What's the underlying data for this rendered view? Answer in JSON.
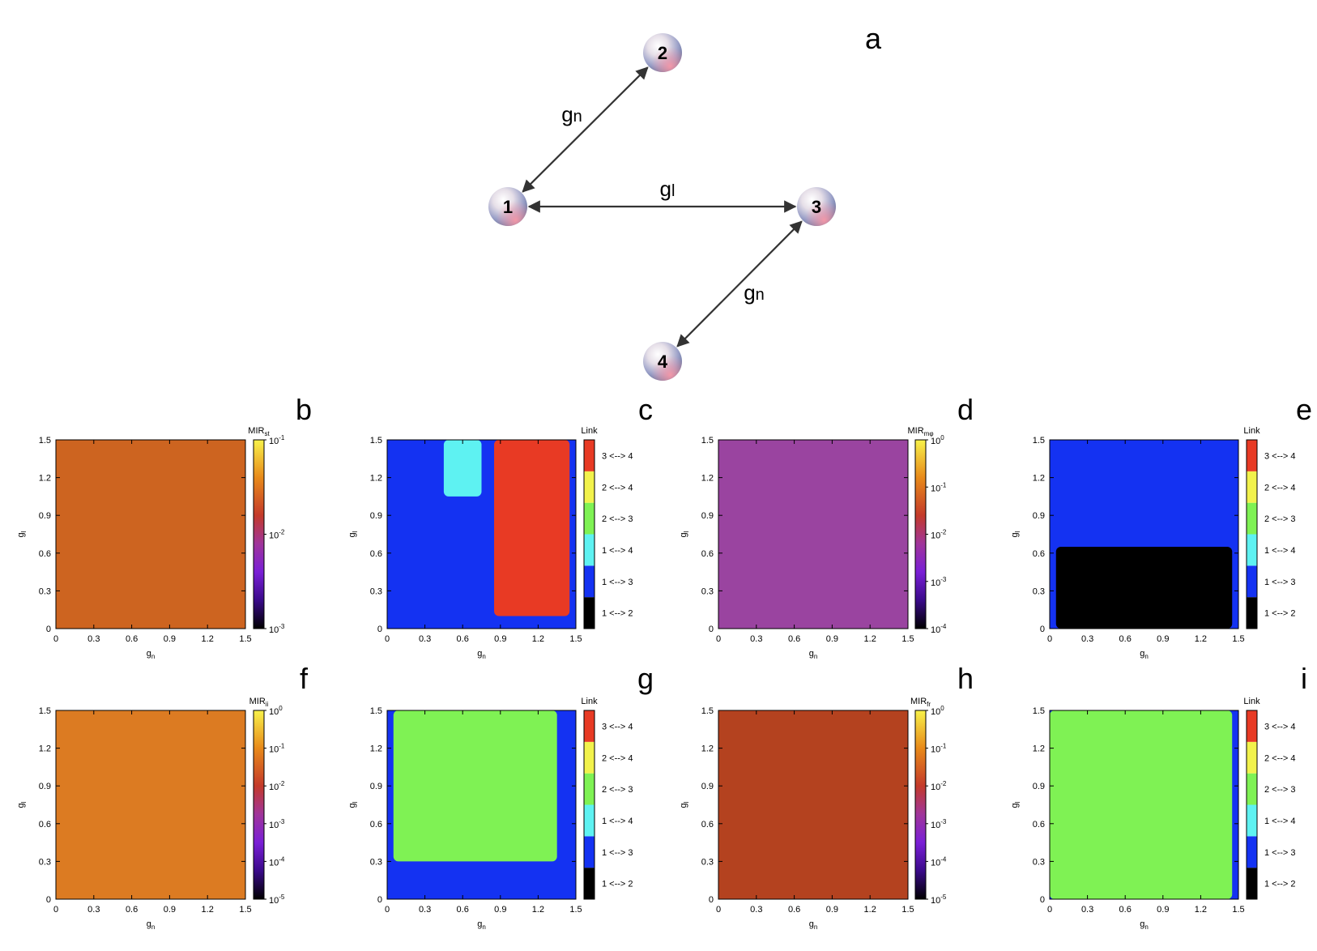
{
  "figure": {
    "letters": [
      "a",
      "b",
      "c",
      "d",
      "e",
      "f",
      "g",
      "h",
      "i"
    ],
    "network": {
      "nodes": [
        {
          "id": "1",
          "label": "1"
        },
        {
          "id": "2",
          "label": "2"
        },
        {
          "id": "3",
          "label": "3"
        },
        {
          "id": "4",
          "label": "4"
        }
      ],
      "edges": [
        {
          "from": "1",
          "to": "2",
          "label": "gn"
        },
        {
          "from": "1",
          "to": "3",
          "label": "gl"
        },
        {
          "from": "3",
          "to": "4",
          "label": "gn"
        }
      ]
    }
  },
  "axis_text": {
    "xlabel_main": "g",
    "xlabel_sub": "n",
    "ylabel_main": "g",
    "ylabel_sub": "l"
  },
  "chart_data": [
    {
      "panel": "b",
      "type": "heatmap",
      "colorbar_title_main": "MIR",
      "colorbar_title_sub": "st",
      "colormap": "gnuplot-log",
      "xlim": [
        0,
        1.5
      ],
      "ylim": [
        0,
        1.5
      ],
      "xticks": [
        "0",
        "0.3",
        "0.6",
        "0.9",
        "1.2",
        "1.5"
      ],
      "yticks": [
        "0",
        "0.3",
        "0.6",
        "0.9",
        "1.2",
        "1.5"
      ],
      "colorbar_ticks": [
        {
          "base": "10",
          "exp": "-3"
        },
        {
          "base": "10",
          "exp": "-2"
        },
        {
          "base": "10",
          "exp": "-1"
        }
      ],
      "dominant_color": "#cd6420"
    },
    {
      "panel": "c",
      "type": "heatmap",
      "colorbar_title": "Link",
      "xlim": [
        0,
        1.5
      ],
      "ylim": [
        0,
        1.5
      ],
      "xticks": [
        "0",
        "0.3",
        "0.6",
        "0.9",
        "1.2",
        "1.5"
      ],
      "yticks": [
        "0",
        "0.3",
        "0.6",
        "0.9",
        "1.2",
        "1.5"
      ],
      "categories": [
        "1 <--> 2",
        "1 <--> 3",
        "1 <--> 4",
        "2 <--> 3",
        "2 <--> 4",
        "3 <--> 4"
      ],
      "category_colors": [
        "#000000",
        "#1432f2",
        "#5ef2f2",
        "#7ff254",
        "#f2f24c",
        "#e83a24"
      ],
      "dominant_regions": [
        {
          "category": "3 <--> 4",
          "gn_range": [
            0.85,
            1.45
          ],
          "gl_range": [
            0.1,
            1.5
          ]
        },
        {
          "category": "1 <--> 3",
          "gn_range": [
            0,
            0.8
          ],
          "gl_range": [
            0.2,
            1.5
          ]
        },
        {
          "category": "1 <--> 4",
          "gn_range": [
            0.45,
            0.75
          ],
          "gl_range": [
            1.05,
            1.5
          ]
        }
      ]
    },
    {
      "panel": "d",
      "type": "heatmap",
      "colorbar_title_main": "MIR",
      "colorbar_title_sub": "mφ",
      "colormap": "gnuplot-log",
      "xlim": [
        0,
        1.5
      ],
      "ylim": [
        0,
        1.5
      ],
      "xticks": [
        "0",
        "0.3",
        "0.6",
        "0.9",
        "1.2",
        "1.5"
      ],
      "yticks": [
        "0",
        "0.3",
        "0.6",
        "0.9",
        "1.2",
        "1.5"
      ],
      "colorbar_ticks": [
        {
          "base": "10",
          "exp": "-4"
        },
        {
          "base": "10",
          "exp": "-3"
        },
        {
          "base": "10",
          "exp": "-2"
        },
        {
          "base": "10",
          "exp": "-1"
        },
        {
          "base": "10",
          "exp": "0"
        }
      ],
      "dominant_color": "#9a44a0"
    },
    {
      "panel": "e",
      "type": "heatmap",
      "colorbar_title": "Link",
      "xlim": [
        0,
        1.5
      ],
      "ylim": [
        0,
        1.5
      ],
      "xticks": [
        "0",
        "0.3",
        "0.6",
        "0.9",
        "1.2",
        "1.5"
      ],
      "yticks": [
        "0",
        "0.3",
        "0.6",
        "0.9",
        "1.2",
        "1.5"
      ],
      "categories": [
        "1 <--> 2",
        "1 <--> 3",
        "1 <--> 4",
        "2 <--> 3",
        "2 <--> 4",
        "3 <--> 4"
      ],
      "category_colors": [
        "#000000",
        "#1432f2",
        "#5ef2f2",
        "#7ff254",
        "#f2f24c",
        "#e83a24"
      ],
      "dominant_regions": [
        {
          "category": "1 <--> 3",
          "gn_range": [
            0,
            1.45
          ],
          "gl_range": [
            0.45,
            1.5
          ]
        },
        {
          "category": "1 <--> 2",
          "gn_range": [
            0.05,
            1.45
          ],
          "gl_range": [
            0,
            0.65
          ]
        }
      ]
    },
    {
      "panel": "f",
      "type": "heatmap",
      "colorbar_title_main": "MIR",
      "colorbar_title_sub": "ii",
      "colormap": "gnuplot-log",
      "xlim": [
        0,
        1.5
      ],
      "ylim": [
        0,
        1.5
      ],
      "xticks": [
        "0",
        "0.3",
        "0.6",
        "0.9",
        "1.2",
        "1.5"
      ],
      "yticks": [
        "0",
        "0.3",
        "0.6",
        "0.9",
        "1.2",
        "1.5"
      ],
      "colorbar_ticks": [
        {
          "base": "10",
          "exp": "-5"
        },
        {
          "base": "10",
          "exp": "-4"
        },
        {
          "base": "10",
          "exp": "-3"
        },
        {
          "base": "10",
          "exp": "-2"
        },
        {
          "base": "10",
          "exp": "-1"
        },
        {
          "base": "10",
          "exp": "0"
        }
      ],
      "dominant_color": "#dc7b22"
    },
    {
      "panel": "g",
      "type": "heatmap",
      "colorbar_title": "Link",
      "xlim": [
        0,
        1.5
      ],
      "ylim": [
        0,
        1.5
      ],
      "xticks": [
        "0",
        "0.3",
        "0.6",
        "0.9",
        "1.2",
        "1.5"
      ],
      "yticks": [
        "0",
        "0.3",
        "0.6",
        "0.9",
        "1.2",
        "1.5"
      ],
      "categories": [
        "1 <--> 2",
        "1 <--> 3",
        "1 <--> 4",
        "2 <--> 3",
        "2 <--> 4",
        "3 <--> 4"
      ],
      "category_colors": [
        "#000000",
        "#1432f2",
        "#5ef2f2",
        "#7ff254",
        "#f2f24c",
        "#e83a24"
      ],
      "dominant_regions": [
        {
          "category": "2 <--> 3",
          "gn_range": [
            0.05,
            1.35
          ],
          "gl_range": [
            0.3,
            1.5
          ]
        }
      ]
    },
    {
      "panel": "h",
      "type": "heatmap",
      "colorbar_title_main": "MIR",
      "colorbar_title_sub": "fr",
      "colormap": "gnuplot-log",
      "xlim": [
        0,
        1.5
      ],
      "ylim": [
        0,
        1.5
      ],
      "xticks": [
        "0",
        "0.3",
        "0.6",
        "0.9",
        "1.2",
        "1.5"
      ],
      "yticks": [
        "0",
        "0.3",
        "0.6",
        "0.9",
        "1.2",
        "1.5"
      ],
      "colorbar_ticks": [
        {
          "base": "10",
          "exp": "-5"
        },
        {
          "base": "10",
          "exp": "-4"
        },
        {
          "base": "10",
          "exp": "-3"
        },
        {
          "base": "10",
          "exp": "-2"
        },
        {
          "base": "10",
          "exp": "-1"
        },
        {
          "base": "10",
          "exp": "0"
        }
      ],
      "dominant_color": "#b4421f"
    },
    {
      "panel": "i",
      "type": "heatmap",
      "colorbar_title": "Link",
      "xlim": [
        0,
        1.5
      ],
      "ylim": [
        0,
        1.5
      ],
      "xticks": [
        "0",
        "0.3",
        "0.6",
        "0.9",
        "1.2",
        "1.5"
      ],
      "yticks": [
        "0",
        "0.3",
        "0.6",
        "0.9",
        "1.2",
        "1.5"
      ],
      "categories": [
        "1 <--> 2",
        "1 <--> 3",
        "1 <--> 4",
        "2 <--> 3",
        "2 <--> 4",
        "3 <--> 4"
      ],
      "category_colors": [
        "#000000",
        "#1432f2",
        "#5ef2f2",
        "#7ff254",
        "#f2f24c",
        "#e83a24"
      ],
      "dominant_regions": [
        {
          "category": "2 <--> 3",
          "gn_range": [
            0,
            1.45
          ],
          "gl_range": [
            0,
            1.5
          ]
        }
      ]
    }
  ]
}
